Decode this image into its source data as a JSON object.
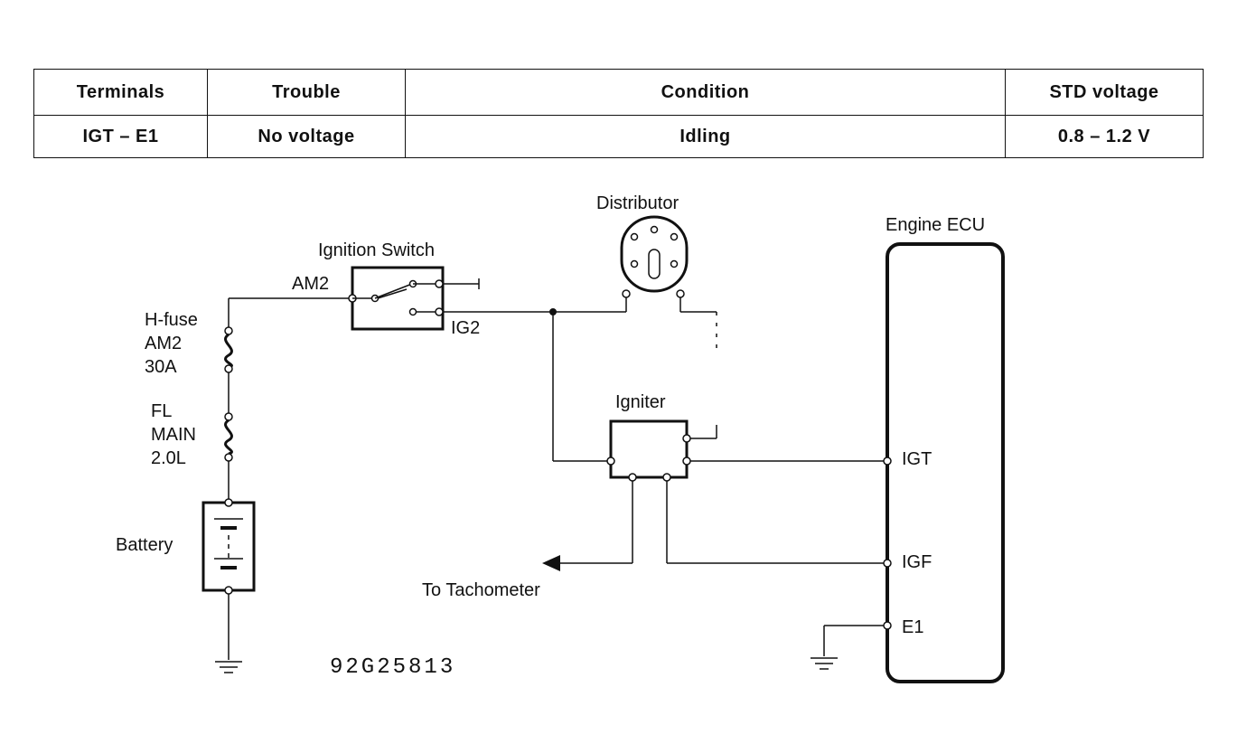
{
  "table": {
    "headers": [
      "Terminals",
      "Trouble",
      "Condition",
      "STD voltage"
    ],
    "rows": [
      [
        "IGT – E1",
        "No voltage",
        "Idling",
        "0.8 – 1.2 V"
      ]
    ]
  },
  "diagram": {
    "distributor": "Distributor",
    "ignition_switch": "Ignition Switch",
    "engine_ecu": "Engine ECU",
    "am2": "AM2",
    "ig2": "IG2",
    "hfuse": [
      "H-fuse",
      "AM2",
      "30A"
    ],
    "fl": [
      "FL",
      "MAIN",
      "2.0L"
    ],
    "battery": "Battery",
    "igniter": "Igniter",
    "to_tachometer": "To Tachometer",
    "igt": "IGT",
    "igf": "IGF",
    "e1": "E1",
    "figure_code": "92G25813"
  }
}
